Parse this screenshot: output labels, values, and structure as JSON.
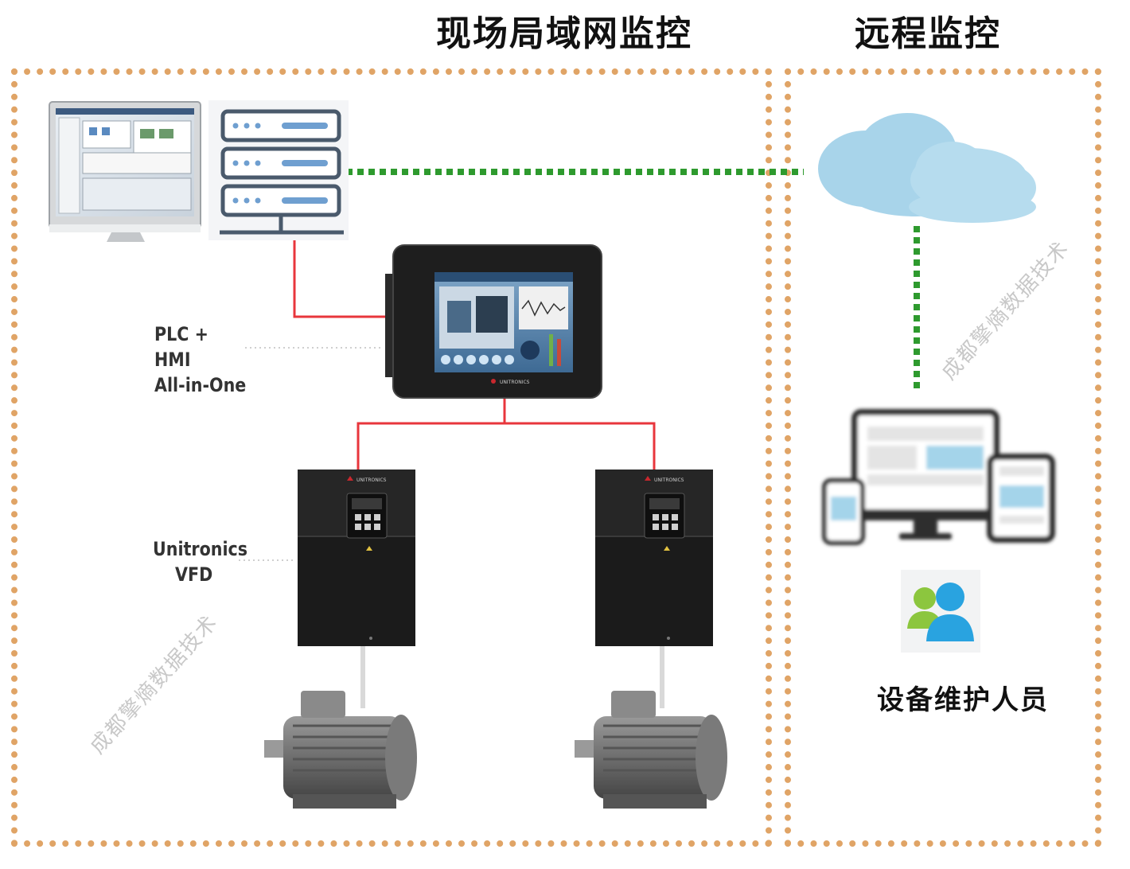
{
  "titles": {
    "local": "现场局域网监控",
    "remote": "远程监控"
  },
  "labels": {
    "plc_hmi_line1": "PLC + HMI",
    "plc_hmi_line2": "All-in-One",
    "vfd_line1": "Unitronics",
    "vfd_line2": "VFD",
    "maintenance_staff": "设备维护人员"
  },
  "watermark": "成都擎熵数据技术",
  "device_brand": "UNITRONICS",
  "colors": {
    "zone_border": "#e0a466",
    "wire_red": "#e8363c",
    "link_green": "#2e9a2e",
    "server_blue": "#6f9fd0",
    "server_outline": "#4a5a6c",
    "cloud": "#a8d4ea",
    "user_green": "#8cc63e",
    "user_blue": "#29a3e0"
  },
  "icons": [
    "monitor-icon",
    "server-icon",
    "plc-hmi-device",
    "vfd-drive",
    "motor-icon",
    "cloud-icon",
    "devices-icon",
    "users-icon"
  ]
}
